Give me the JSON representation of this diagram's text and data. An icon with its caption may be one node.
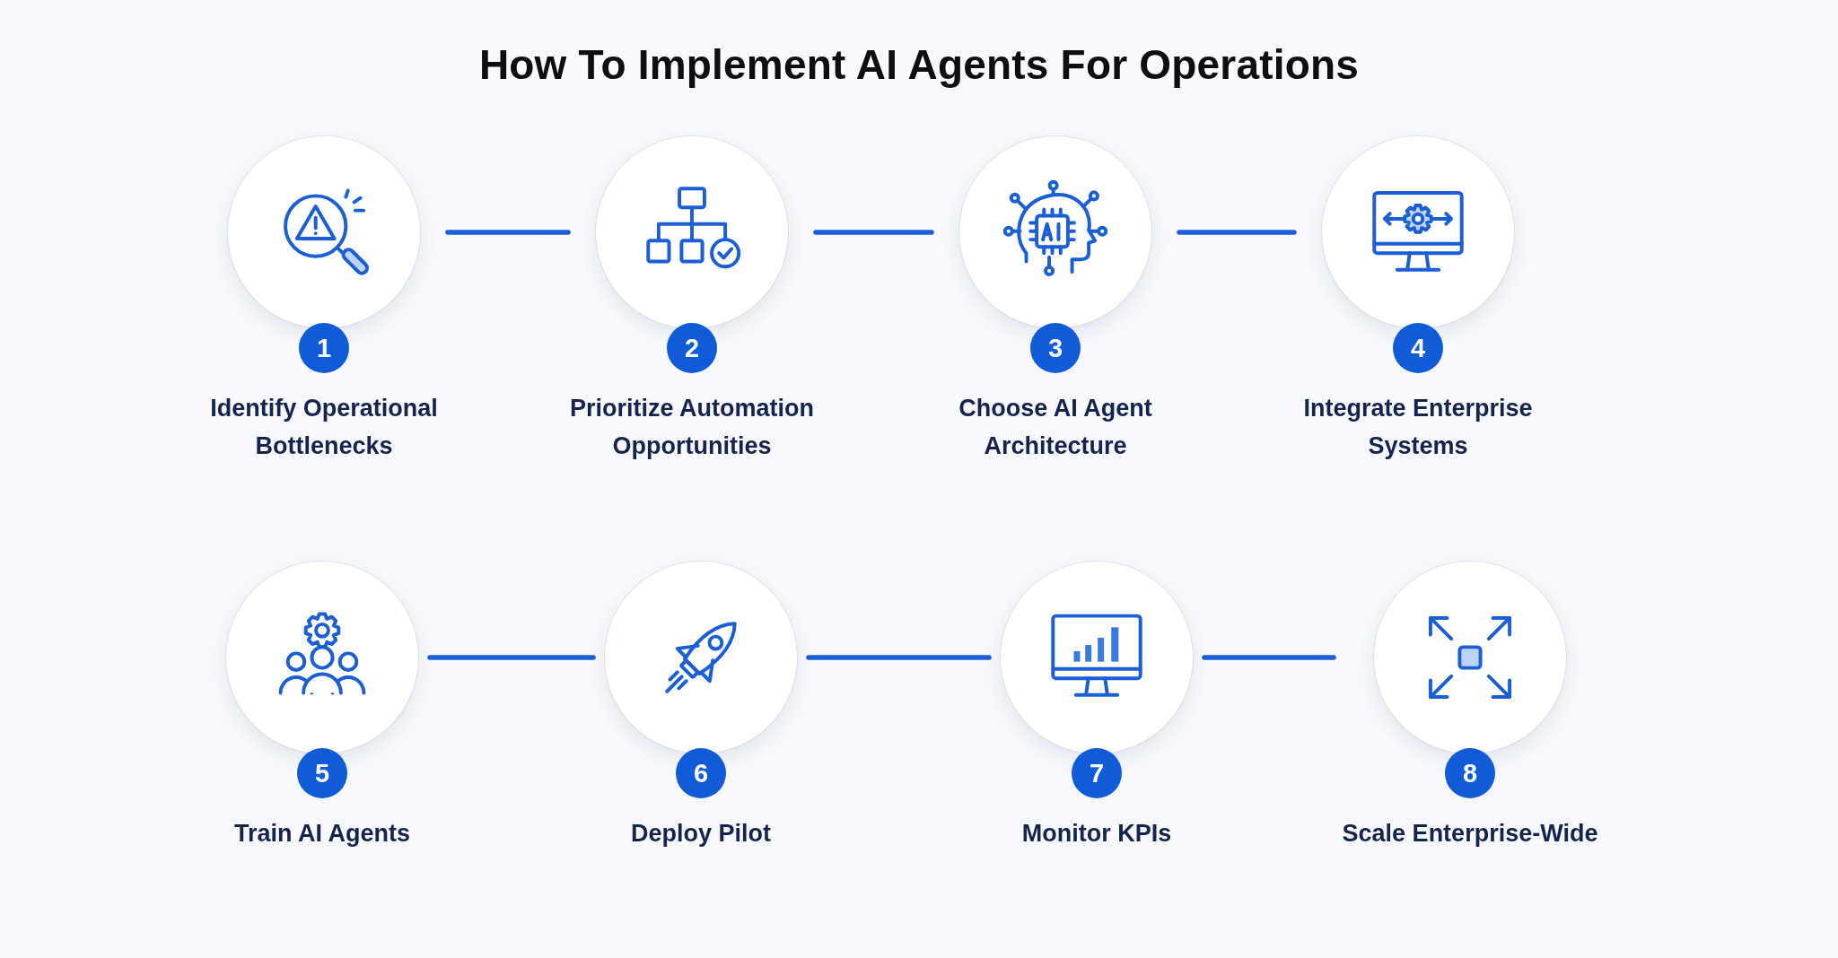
{
  "diagram": {
    "title": "How To Implement AI Agents For Operations",
    "nodes": [
      {
        "text": [
          "1",
          "Identify Operational Bottlenecks"
        ]
      },
      {
        "text": [
          "2",
          "Prioritize Automation Opportunities"
        ]
      },
      {
        "text": [
          "3",
          "Choose AI Agent Architecture"
        ]
      },
      {
        "text": [
          "4",
          "Integrate Enterprise Systems"
        ]
      },
      {
        "text": [
          "5",
          "Train AI Agents"
        ]
      },
      {
        "text": [
          "6",
          "Deploy Pilot"
        ]
      },
      {
        "text": [
          "7",
          "Monitor KPIs"
        ]
      },
      {
        "text": [
          "8",
          "Scale Enterprise-Wide"
        ]
      }
    ],
    "edges": [
      {
        "from": 0,
        "to": 1,
        "arrow": "none"
      },
      {
        "from": 1,
        "to": 2,
        "arrow": "none"
      },
      {
        "from": 2,
        "to": 3,
        "arrow": "none"
      },
      {
        "from": 4,
        "to": 5,
        "arrow": "none"
      },
      {
        "from": 5,
        "to": 6,
        "arrow": "none"
      },
      {
        "from": 6,
        "to": 7,
        "arrow": "none"
      }
    ]
  }
}
